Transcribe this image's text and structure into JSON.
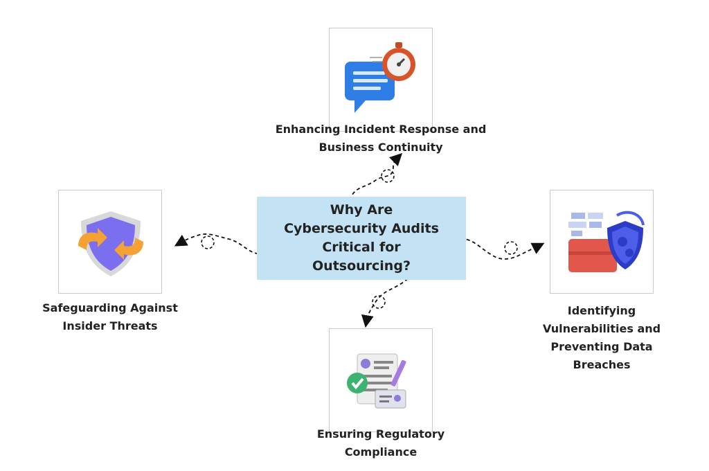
{
  "center": {
    "title": "Why Are Cybersecurity Audits Critical for Outsourcing?"
  },
  "nodes": {
    "top": {
      "label": "Enhancing Incident Response and Business Continuity",
      "icon": "chat-stopwatch-icon"
    },
    "left": {
      "label": "Safeguarding Against Insider Threats",
      "icon": "shield-arrows-icon"
    },
    "right": {
      "label": "Identifying Vulnerabilities and Preventing Data Breaches",
      "icon": "toolbox-shield-icon"
    },
    "bottom": {
      "label": "Ensuring Regulatory Compliance",
      "icon": "document-check-icon"
    }
  },
  "colors": {
    "center_bg": "#c3e3f5",
    "card_border": "#c9c9c9",
    "text": "#222222"
  }
}
